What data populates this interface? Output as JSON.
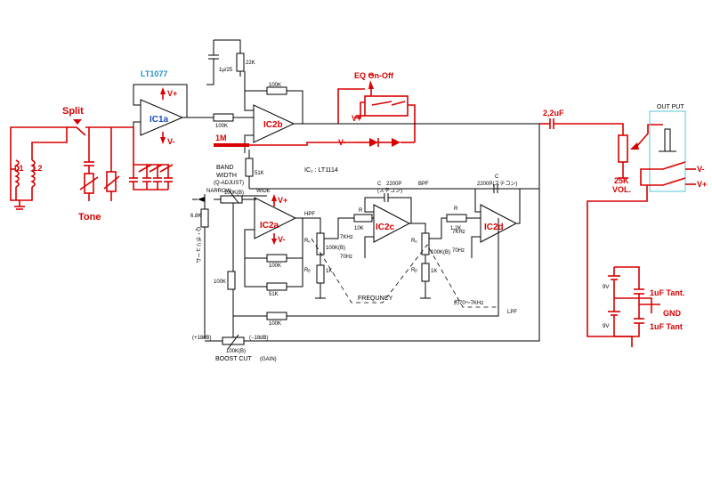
{
  "chips": {
    "lt1077": "LT1077",
    "ic2_label": "IC₂ : LT1114"
  },
  "blocks": {
    "ic1a": "IC1a",
    "ic2a": "IC2a",
    "ic2b": "IC2b",
    "ic2c": "IC2c",
    "ic2d": "IC2d"
  },
  "labels": {
    "split": "Split",
    "tone": "Tone",
    "l1": "L1",
    "l2": "L2",
    "eq_onoff": "EQ On-Off",
    "vplus": "V+",
    "vminus": "V-",
    "vsub": "V-",
    "one_m": "1M",
    "cap_out": "2,2uF",
    "output": "OUT PUT",
    "vol": "25K",
    "vol2": "VOL.",
    "tant1": "1uF Tant.",
    "tant2": "1uF Tant",
    "gnd": "GND",
    "nine_v_1": "9V",
    "nine_v_2": "9V",
    "band_width": "BAND",
    "band_width2": "WIDTH",
    "q_adjust": "(Q-ADJUST)",
    "narrow": "NARROW",
    "wide": "WIDE",
    "hpf": "HPF",
    "bpf": "BPF",
    "lpf": "LPF",
    "frequency": "FREQUNCY",
    "boost_cut": "BOOST CUT",
    "gain": "(GAIN)",
    "plus18": "(+18dB)",
    "minus18": "(−18dB)",
    "range": "約70〜7KHz",
    "q_knob": "Q・ボリューム"
  },
  "components": {
    "r100k_a": "100K",
    "r100k_b": "100K",
    "r22k": "22K",
    "c1u25": "1μ/25",
    "r51k_top": "51K",
    "r100kb_bw": "100K(B)",
    "r6_8k": "6.8K",
    "r100k_fb": "100K",
    "r51k_mid": "51K",
    "r100k_left": "100K",
    "r100k_bot": "100K",
    "r100kb_gain": "100K(B)",
    "r10k": "10K",
    "r_sym": "R",
    "r1k_a": "1K",
    "f7khz": "7KHz",
    "f70hz": "70Hz",
    "r100kb_freq": "100K(B)",
    "c2200p_a": "2200P",
    "c_sym": "C",
    "steacon": "(ステコン)",
    "r1_2k": "1.2K",
    "r_sym2": "R",
    "r1k_b": "1K",
    "f7khz_b": "7KHz",
    "f70hz_b": "70Hz",
    "r100kb_freq2": "100K(B)",
    "c2200p_b": "2200P(ステコン)",
    "c_sym2": "C",
    "re": "Rₑ",
    "rb": "Rᵦ",
    "re2": "Rₑ",
    "rb2": "Rᵦ"
  },
  "colors": {
    "modified": "#d80000",
    "original": "#000000",
    "chip_blue": "#2090c8"
  }
}
